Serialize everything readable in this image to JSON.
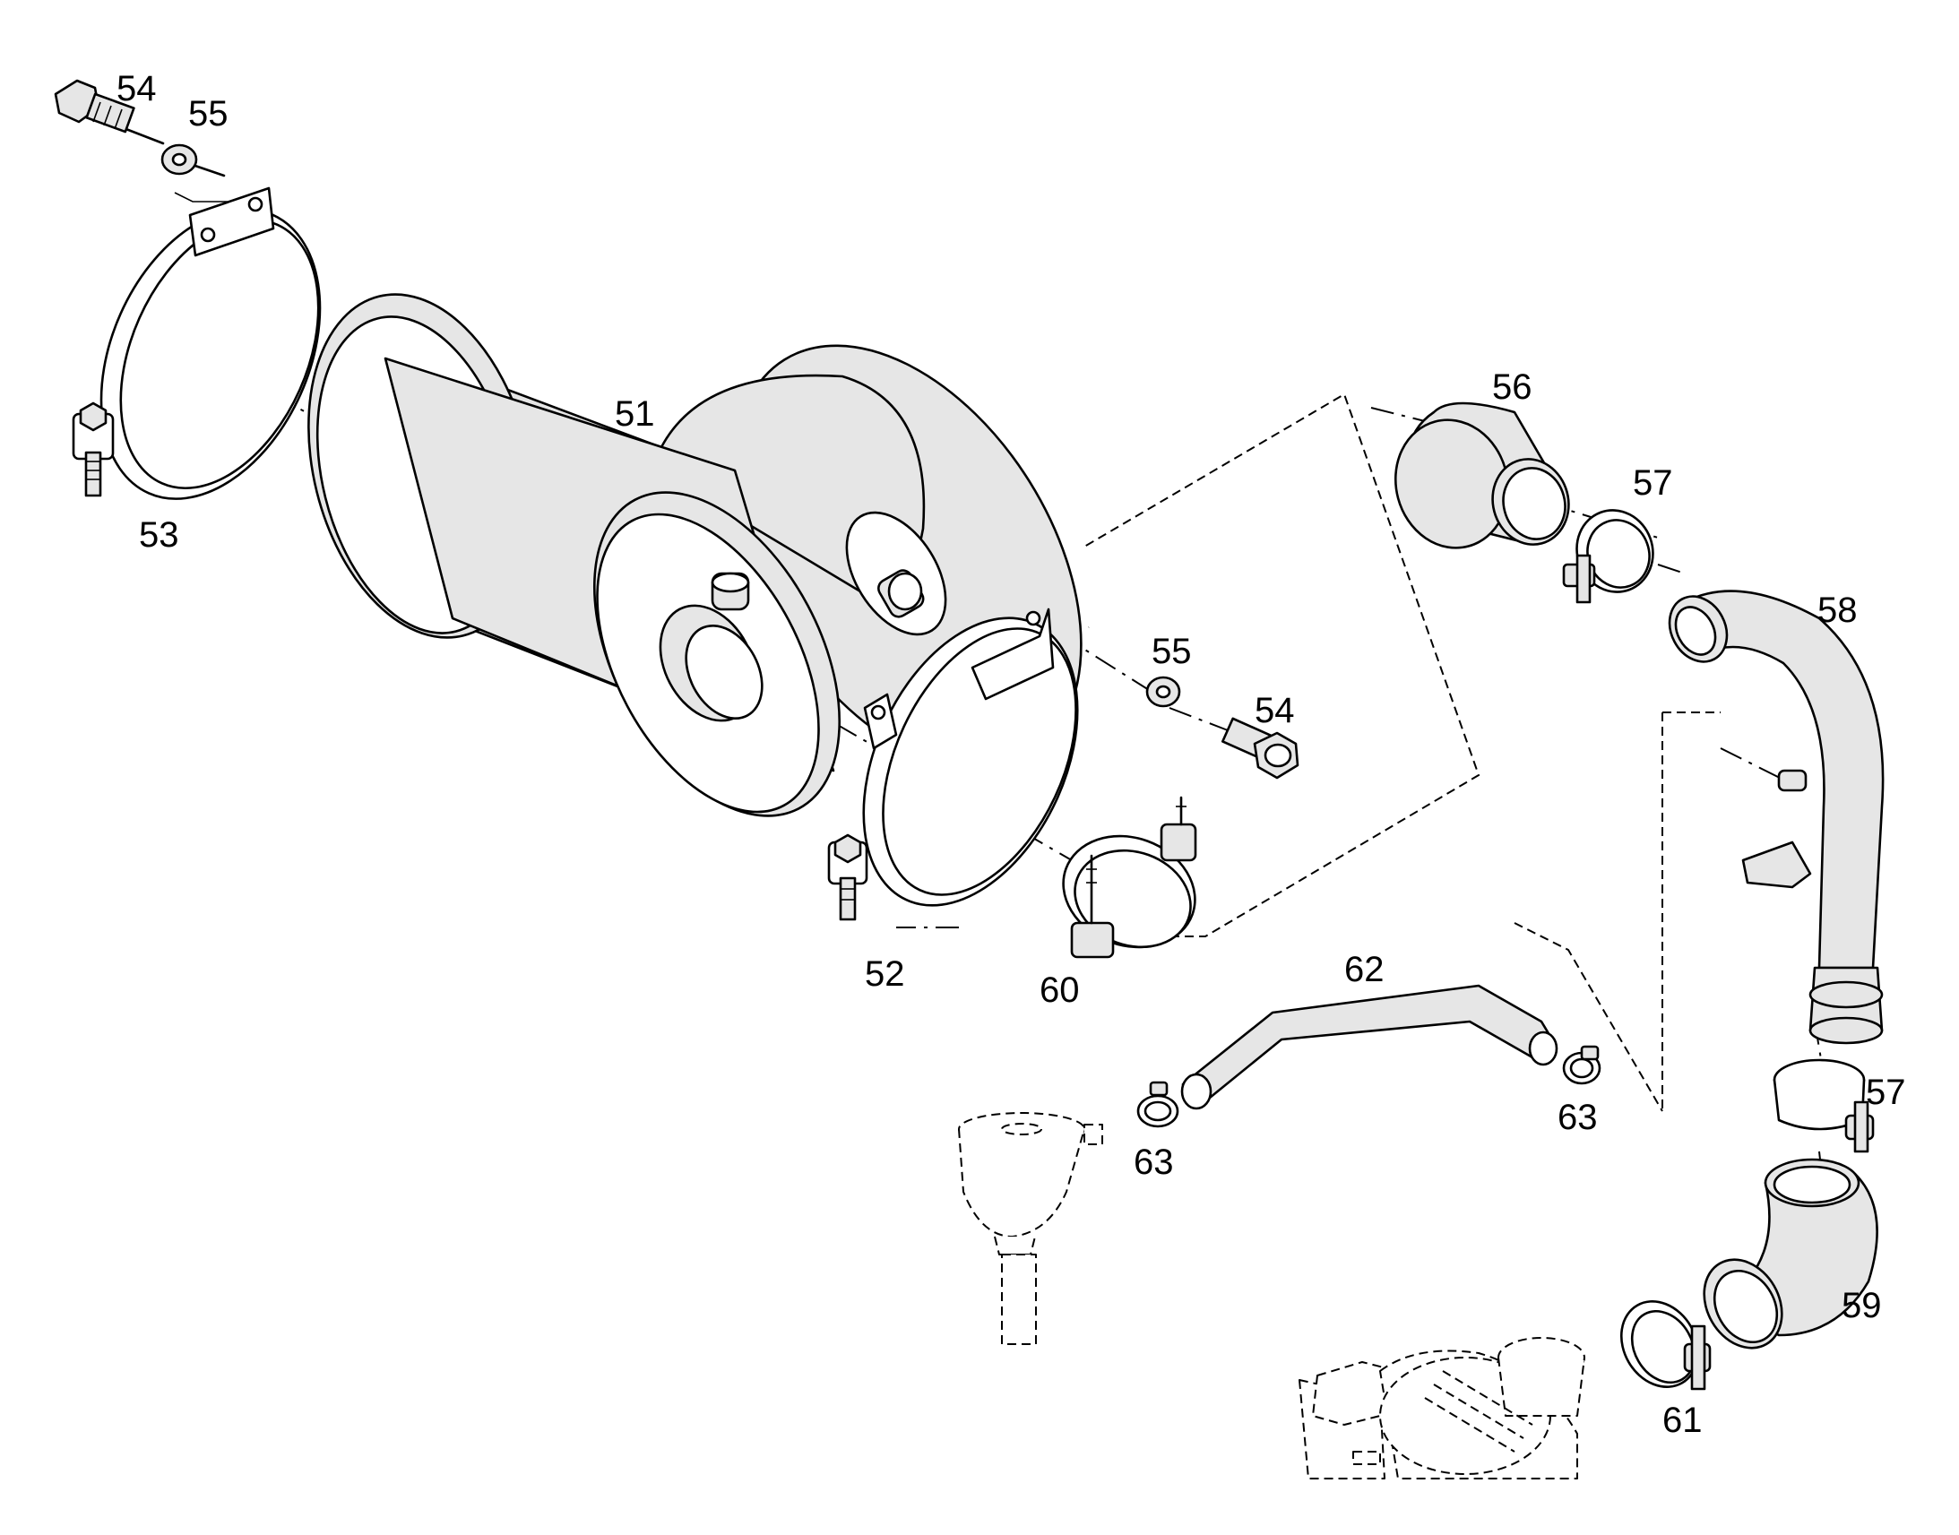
{
  "callouts": {
    "c51": "51",
    "c52": "52",
    "c53": "53",
    "c54a": "54",
    "c54b": "54",
    "c55a": "55",
    "c55b": "55",
    "c56": "56",
    "c57a": "57",
    "c57b": "57",
    "c58": "58",
    "c59": "59",
    "c60": "60",
    "c61": "61",
    "c62": "62",
    "c63a": "63",
    "c63b": "63"
  },
  "colors": {
    "line": "#000000",
    "part_fill": "#e6e6e6",
    "background": "#ffffff"
  }
}
